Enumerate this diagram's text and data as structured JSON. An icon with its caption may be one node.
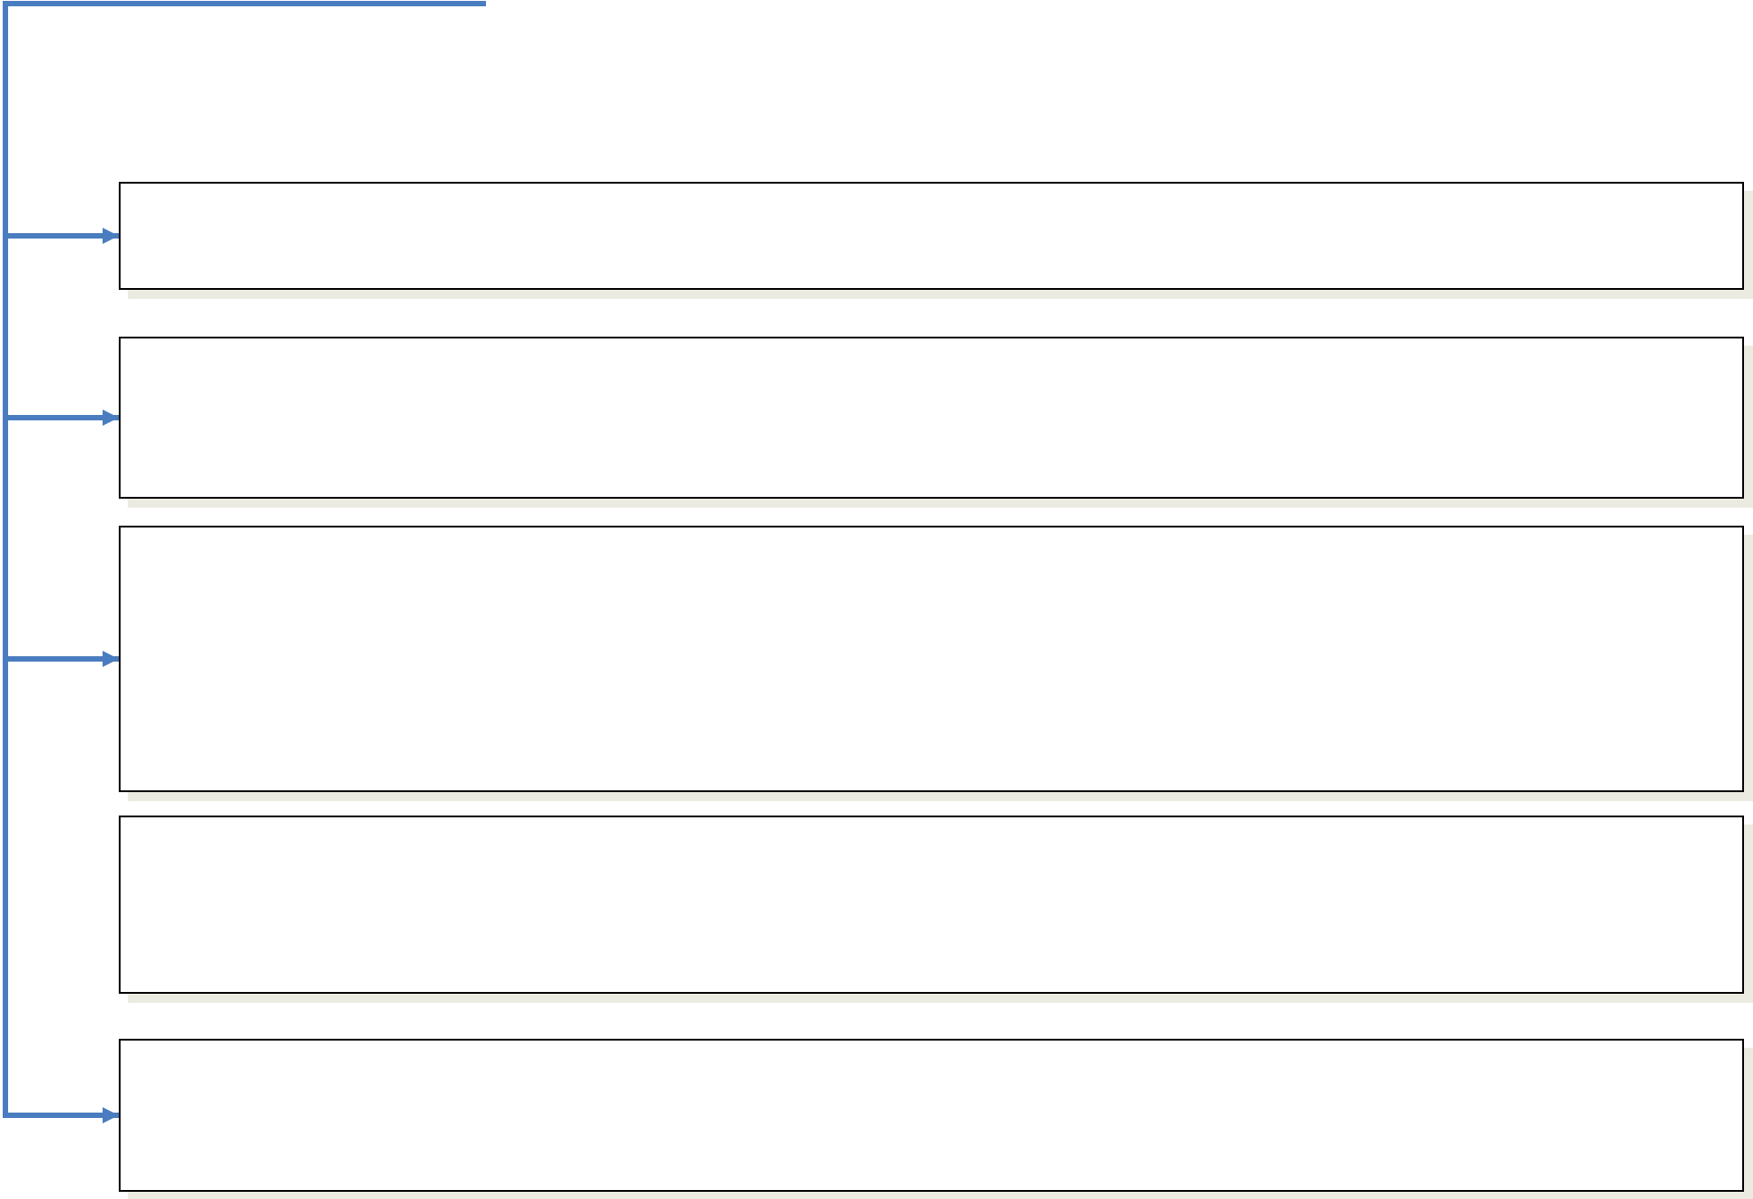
{
  "diagram": {
    "nodes": [
      {
        "text": [],
        "shape": "box"
      },
      {
        "text": [],
        "shape": "box"
      },
      {
        "text": [],
        "shape": "box"
      },
      {
        "text": [],
        "shape": "box"
      },
      {
        "text": [],
        "shape": "box"
      }
    ],
    "edges": [
      {
        "from": null,
        "to": 0,
        "arrow": "to"
      },
      {
        "from": null,
        "to": 1,
        "arrow": "to"
      },
      {
        "from": null,
        "to": 2,
        "arrow": "to"
      },
      {
        "from": null,
        "to": 4,
        "arrow": "to"
      }
    ]
  }
}
